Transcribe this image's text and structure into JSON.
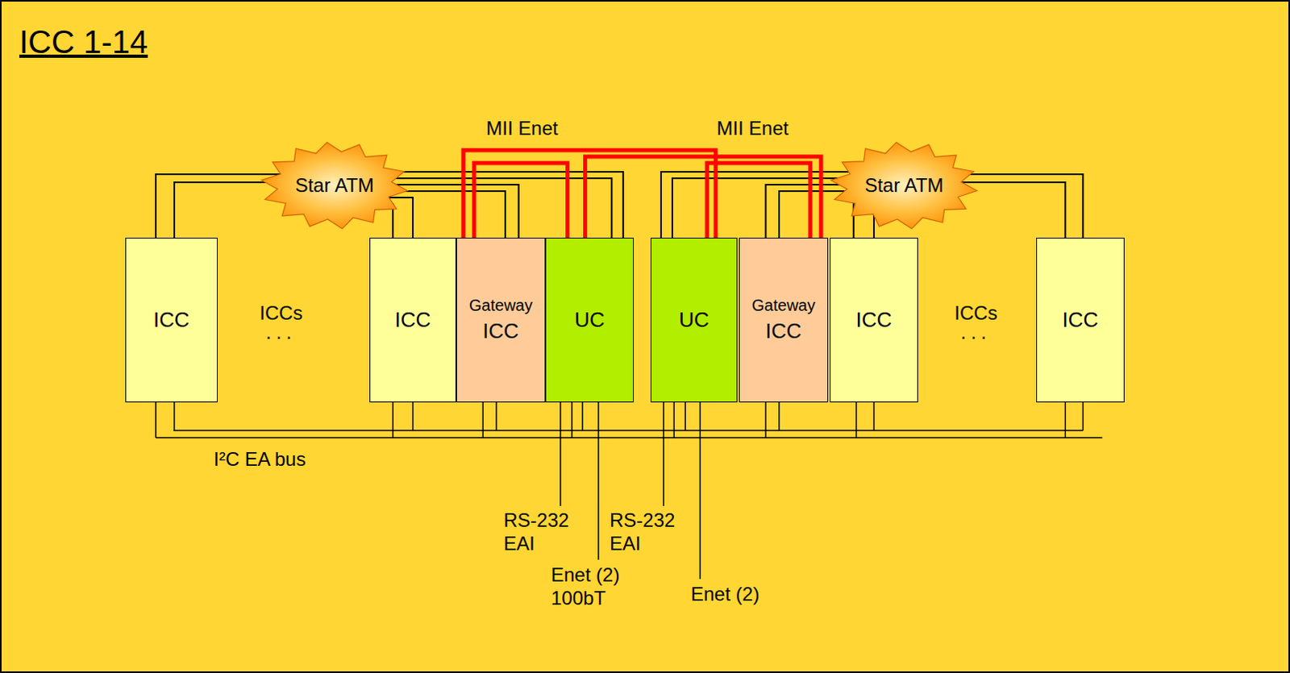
{
  "diagram": {
    "title": "ICC 1-14",
    "nodes": [
      {
        "text": [
          "Star ATM"
        ]
      },
      {
        "text": [
          "Star ATM"
        ]
      },
      {
        "text": [
          "ICC"
        ]
      },
      {
        "text": [
          "ICC"
        ]
      },
      {
        "text": [
          "Gateway",
          "ICC"
        ]
      },
      {
        "text": [
          "UC"
        ]
      },
      {
        "text": [
          "UC"
        ]
      },
      {
        "text": [
          "Gateway",
          "ICC"
        ]
      },
      {
        "text": [
          "ICC"
        ]
      },
      {
        "text": [
          "ICC"
        ]
      }
    ],
    "edges": [
      {
        "from": 2,
        "to": 0,
        "arrow": "none"
      },
      {
        "from": 3,
        "to": 0,
        "arrow": "none"
      },
      {
        "from": 4,
        "to": 0,
        "arrow": "none"
      },
      {
        "from": 5,
        "to": 0,
        "arrow": "none"
      },
      {
        "from": 6,
        "to": 1,
        "arrow": "none"
      },
      {
        "from": 7,
        "to": 1,
        "arrow": "none"
      },
      {
        "from": 8,
        "to": 1,
        "arrow": "none"
      },
      {
        "from": 9,
        "to": 1,
        "arrow": "none"
      },
      {
        "from": 4,
        "to": 5,
        "arrow": "none"
      },
      {
        "from": 4,
        "to": 6,
        "arrow": "none"
      },
      {
        "from": 7,
        "to": 5,
        "arrow": "none"
      },
      {
        "from": 7,
        "to": 6,
        "arrow": "none"
      }
    ],
    "labels": [
      "MII Enet",
      "MII Enet",
      "ICCs",
      "...",
      "ICCs",
      "...",
      "I²C EA bus",
      "RS-232 EAI",
      "RS-232 EAI",
      "Enet (2) 100bT",
      "Enet (2)"
    ]
  }
}
